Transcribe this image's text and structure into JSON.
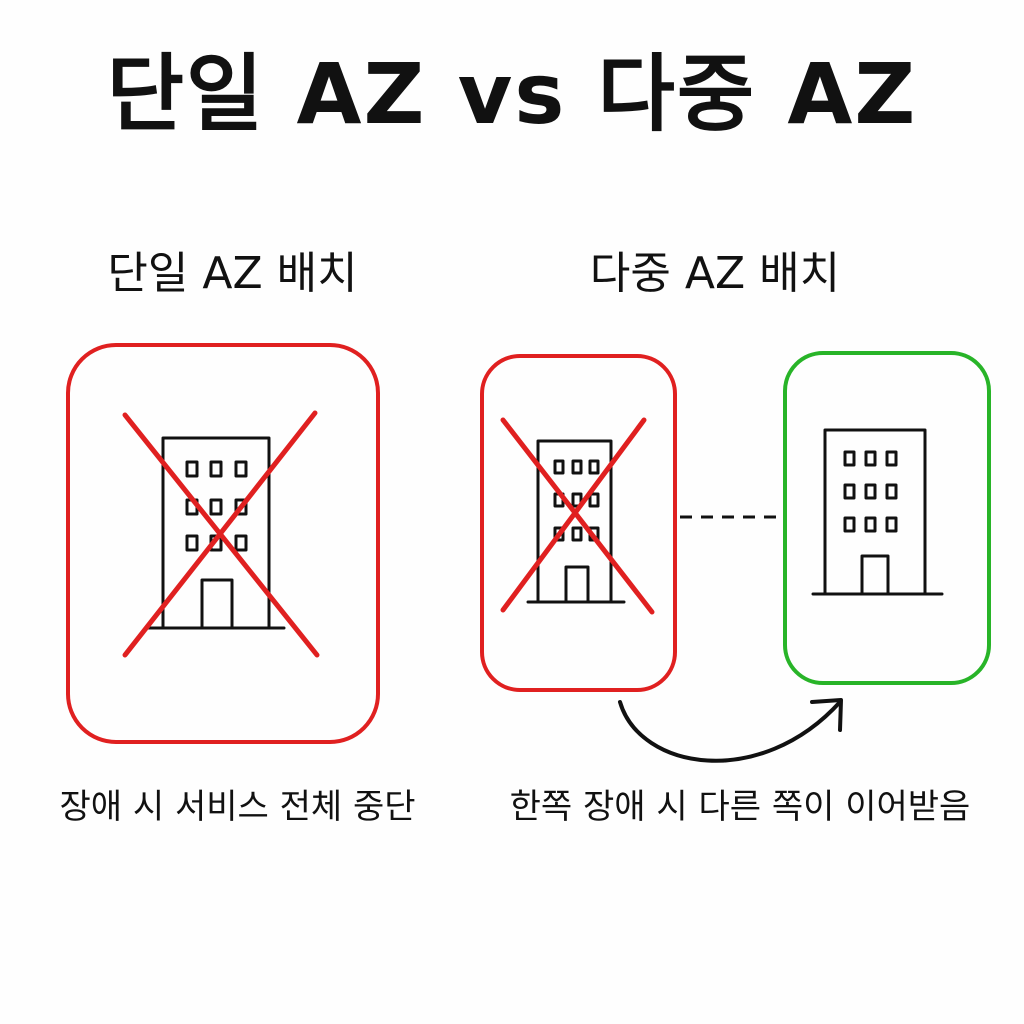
{
  "title": "단일 AZ vs 다중 AZ",
  "single_az": {
    "heading": "단일 AZ 배치",
    "caption": "장애 시 서비스 전체 중단",
    "status_color": "#e02020"
  },
  "multi_az": {
    "heading": "다중 AZ 배치",
    "caption": "한쪽 장애 시 다른 쪽이 이어받음",
    "failed_zone_color": "#e02020",
    "healthy_zone_color": "#28b428"
  },
  "icons": {
    "building": "building-icon",
    "failure_mark": "x-mark-icon",
    "connection": "dashed-line",
    "failover": "curved-arrow-icon"
  }
}
